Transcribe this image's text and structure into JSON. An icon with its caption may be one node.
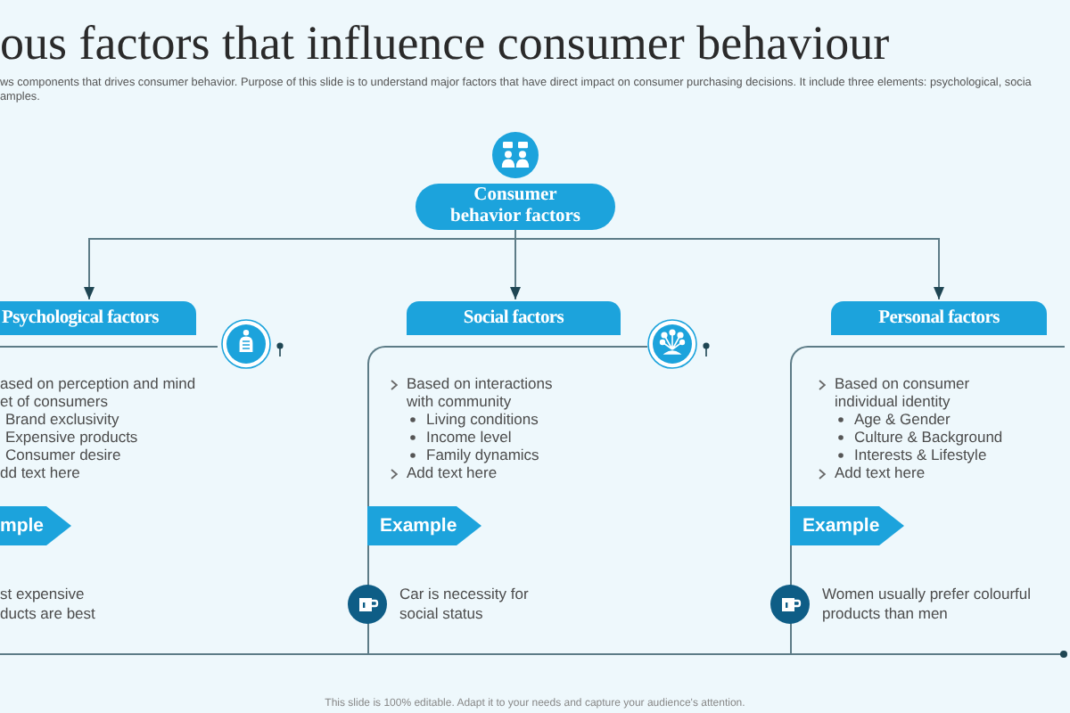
{
  "diagram": {
    "title": "ous factors that influence consumer behaviour",
    "nodes": [
      {
        "text": [
          "Consumer behavior factors"
        ]
      },
      {
        "text": [
          "Psychological factors"
        ]
      },
      {
        "text": [
          "Social factors"
        ]
      },
      {
        "text": [
          "Personal factors"
        ]
      },
      {
        "text": [
          "ased on perception and mind et of consumers",
          "Brand exclusivity",
          "Expensive products",
          "Consumer desire",
          "dd text here",
          "st expensive ducts are best"
        ]
      },
      {
        "text": [
          "mple"
        ],
        "in": 4
      },
      {
        "text": [
          "Based on interactions with community",
          "Living conditions",
          "Income level",
          "Family dynamics",
          "Add text here",
          "Car is necessity for social status"
        ]
      },
      {
        "text": [
          "Example"
        ],
        "in": 6
      },
      {
        "text": [
          "Based on consumer individual identity",
          "Age & Gender",
          "Culture & Background",
          "Interests & Lifestyle",
          "Add text here",
          "Women usually prefer colourful products than men"
        ]
      },
      {
        "text": [
          "Example"
        ],
        "in": 8
      }
    ],
    "edges": [
      {
        "from": 0,
        "to": 1,
        "arrow": "to"
      },
      {
        "from": 0,
        "to": 2,
        "arrow": "to"
      },
      {
        "from": 0,
        "to": 3,
        "arrow": "to"
      }
    ],
    "labels": [
      "ws components that drives consumer behavior. Purpose of this slide is to understand major factors that have direct impact on consumer purchasing decisions. It include three elements: psychological, socia amples.",
      "This slide is 100% editable. Adapt it to your needs and capture your audience's attention."
    ]
  }
}
